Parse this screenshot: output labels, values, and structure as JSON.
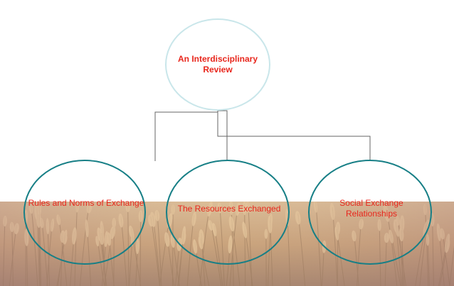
{
  "diagram": {
    "root": {
      "label": "An Interdisciplinary Review"
    },
    "children": [
      {
        "label": "Rules and Norms of Exchange"
      },
      {
        "label": "The Resources Exchanged"
      },
      {
        "label": "Social Exchange Relationships"
      }
    ]
  },
  "colors": {
    "label_text": "#e8261c",
    "root_border": "#c9e6ea",
    "child_border": "#177f86",
    "connector": "#666666",
    "wheat_background": "#c8a47e"
  }
}
